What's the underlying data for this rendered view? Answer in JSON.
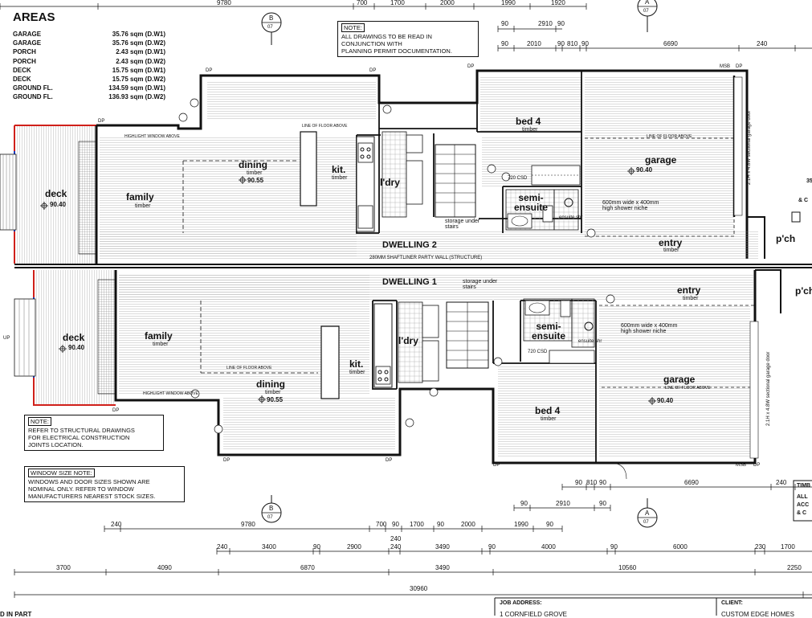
{
  "areas": {
    "title": "AREAS",
    "rows": [
      {
        "label": "GARAGE",
        "value": "35.76 sqm (D.W1)"
      },
      {
        "label": "GARAGE",
        "value": "35.76 sqm (D.W2)"
      },
      {
        "label": "PORCH",
        "value": "2.43 sqm (D.W1)"
      },
      {
        "label": "PORCH",
        "value": "2.43 sqm (D.W2)"
      },
      {
        "label": "DECK",
        "value": "15.75 sqm (D.W1)"
      },
      {
        "label": "DECK",
        "value": "15.75 sqm (D.W2)"
      },
      {
        "label": "GROUND FL.",
        "value": "134.59 sqm (D.W1)"
      },
      {
        "label": "GROUND FL.",
        "value": "136.93 sqm (D.W2)"
      }
    ]
  },
  "notes": {
    "planning": {
      "heading": "NOTE:",
      "lines": [
        "ALL DRAWINGS TO BE READ IN",
        "CONJUNCTION WITH",
        "PLANNING PERMIT DOCUMENTATION."
      ]
    },
    "structural": {
      "heading": "NOTE:",
      "lines": [
        "REFER TO STRUCTURAL DRAWINGS",
        "FOR ELECTRICAL CONSTRUCTION",
        "JOINTS LOCATION."
      ]
    },
    "window": {
      "heading": "WINDOW SIZE NOTE:",
      "lines": [
        "WINDOWS AND DOOR SIZES SHOWN ARE",
        "NOMINAL ONLY. REFER TO WINDOW",
        "MANUFACTURERS NEAREST STOCK SIZES."
      ]
    }
  },
  "dwelling2": {
    "label": "DWELLING 2",
    "party_wall": "280MM SHAFTLINER PARTY WALL (STRUCTURE)",
    "rooms": {
      "deck": {
        "name": "deck",
        "level": "90.40"
      },
      "family": {
        "name": "family",
        "finish": "timber"
      },
      "dining": {
        "name": "dining",
        "finish": "timber",
        "level": "90.55"
      },
      "kit": {
        "name": "kit.",
        "finish": "timber"
      },
      "ldry": {
        "name": "l'dry"
      },
      "bed4": {
        "name": "bed 4",
        "finish": "timber"
      },
      "semi": {
        "name": "semi-\nensuite"
      },
      "garage": {
        "name": "garage",
        "level": "90.40"
      },
      "entry": {
        "name": "entry",
        "finish": "timber"
      },
      "pch": {
        "name": "p'ch"
      }
    },
    "labels": {
      "storage": "storage under\nstairs",
      "niche": "600mm wide x 400mm\nhigh shower niche",
      "csd": "720 CSD",
      "ensuite_shr": "ensuite shr",
      "line_floor": "LINE OF FLOOR ABOVE",
      "highlight": "HIGHLIGHT WINDOW ABOVE",
      "garage_line": "LINE OF FLOOR ABOVE",
      "garage_door": "2.1H x 4.8W sectional garage door"
    }
  },
  "dwelling1": {
    "label": "DWELLING 1",
    "rooms": {
      "deck": {
        "name": "deck",
        "level": "90.40"
      },
      "family": {
        "name": "family",
        "finish": "timber"
      },
      "dining": {
        "name": "dining",
        "finish": "timber",
        "level": "90.55"
      },
      "kit": {
        "name": "kit.",
        "finish": "timber"
      },
      "ldry": {
        "name": "l'dry"
      },
      "bed4": {
        "name": "bed 4",
        "finish": "timber"
      },
      "semi": {
        "name": "semi-\nensuite"
      },
      "garage": {
        "name": "garage",
        "level": "90.40"
      },
      "entry": {
        "name": "entry",
        "finish": "timber"
      },
      "pch": {
        "name": "p'ch"
      }
    },
    "labels": {
      "storage": "storage under\nstairs",
      "niche": "600mm wide x 400mm\nhigh shower niche",
      "csd": "720 CSD",
      "ensuite_shr": "ensuite shr",
      "line_floor": "LINE OF FLOOR ABOVE",
      "highlight": "HIGHLIGHT WINDOW ABOVE",
      "garage_line": "LINE OF FLOOR ABOVE",
      "garage_door": "2.1H x 4.8W sectional garage door"
    }
  },
  "dims": {
    "top1": [
      "9780",
      "700",
      "1700",
      "2000",
      "1990",
      "1920"
    ],
    "top2": [
      "90",
      "2910",
      "90"
    ],
    "top3": [
      "90",
      "2010",
      "90",
      "810",
      "90",
      "6690",
      "240"
    ],
    "bottom1": [
      "90",
      "810",
      "90",
      "6690",
      "240"
    ],
    "bottom2": [
      "90",
      "2910",
      "90"
    ],
    "bottom3": [
      "240",
      "9780",
      "700",
      "1700",
      "2000",
      "1990",
      "90",
      "90",
      "90",
      "240"
    ],
    "bottom4": [
      "240",
      "3400",
      "90",
      "2900",
      "240",
      "3490",
      "90",
      "4000",
      "90",
      "6000",
      "230",
      "1700"
    ],
    "bottom5": [
      "3700",
      "4090",
      "6870",
      "3490",
      "10560",
      "2250"
    ],
    "total": "30960"
  },
  "markers": {
    "sectionA": "A",
    "sectionB": "B",
    "sheet": "07",
    "dp": "DP",
    "msb": "MSB",
    "up": "UP",
    "w_tags": [
      "W",
      "W",
      "W",
      "W",
      "W",
      "W"
    ]
  },
  "titleblock": {
    "job_label": "JOB ADDRESS:",
    "job_value": "1 CORNFIELD GROVE",
    "client_label": "CLIENT:",
    "client_value": "CUSTOM EDGE HOMES",
    "left_text": "D IN PART",
    "timber_box": "TIMB",
    "timber_lines": [
      "ALL",
      "ACC",
      "& C"
    ],
    "right_text1": "35",
    "right_text2": "& C"
  },
  "colors": {
    "deck_edge": "#d0201a",
    "stair_edge": "#1b3fbf",
    "line": "#111111"
  }
}
